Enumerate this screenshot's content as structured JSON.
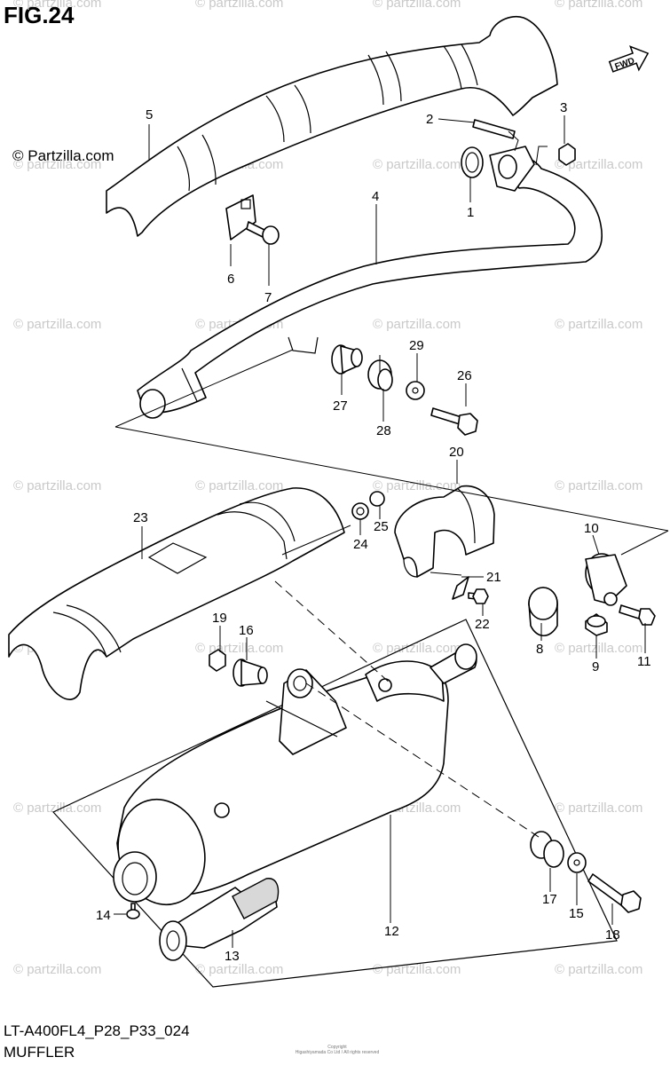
{
  "figure": {
    "title": "FIG.24",
    "copyright": "© Partzilla.com",
    "watermark_text": "© partzilla.com",
    "model_code": "LT-A400FL4_P28_P33_024",
    "section_name": "MUFFLER",
    "fine_print_line1": "Copyright",
    "fine_print_line2": "Higashiyamada Co Ltd / All rights reserved"
  },
  "arrow_label": "FWD",
  "callouts": [
    {
      "id": "c1",
      "number": "1"
    },
    {
      "id": "c2",
      "number": "2"
    },
    {
      "id": "c3",
      "number": "3"
    },
    {
      "id": "c4",
      "number": "4"
    },
    {
      "id": "c5",
      "number": "5"
    },
    {
      "id": "c6",
      "number": "6"
    },
    {
      "id": "c7",
      "number": "7"
    },
    {
      "id": "c8",
      "number": "8"
    },
    {
      "id": "c9",
      "number": "9"
    },
    {
      "id": "c10",
      "number": "10"
    },
    {
      "id": "c11",
      "number": "11"
    },
    {
      "id": "c12",
      "number": "12"
    },
    {
      "id": "c13",
      "number": "13"
    },
    {
      "id": "c14",
      "number": "14"
    },
    {
      "id": "c15",
      "number": "15"
    },
    {
      "id": "c16",
      "number": "16"
    },
    {
      "id": "c17",
      "number": "17"
    },
    {
      "id": "c18",
      "number": "18"
    },
    {
      "id": "c19",
      "number": "19"
    },
    {
      "id": "c20",
      "number": "20"
    },
    {
      "id": "c21",
      "number": "21"
    },
    {
      "id": "c22",
      "number": "22"
    },
    {
      "id": "c23",
      "number": "23"
    },
    {
      "id": "c24",
      "number": "24"
    },
    {
      "id": "c25",
      "number": "25"
    },
    {
      "id": "c26",
      "number": "26"
    },
    {
      "id": "c27",
      "number": "27"
    },
    {
      "id": "c28",
      "number": "28"
    },
    {
      "id": "c29",
      "number": "29"
    }
  ]
}
